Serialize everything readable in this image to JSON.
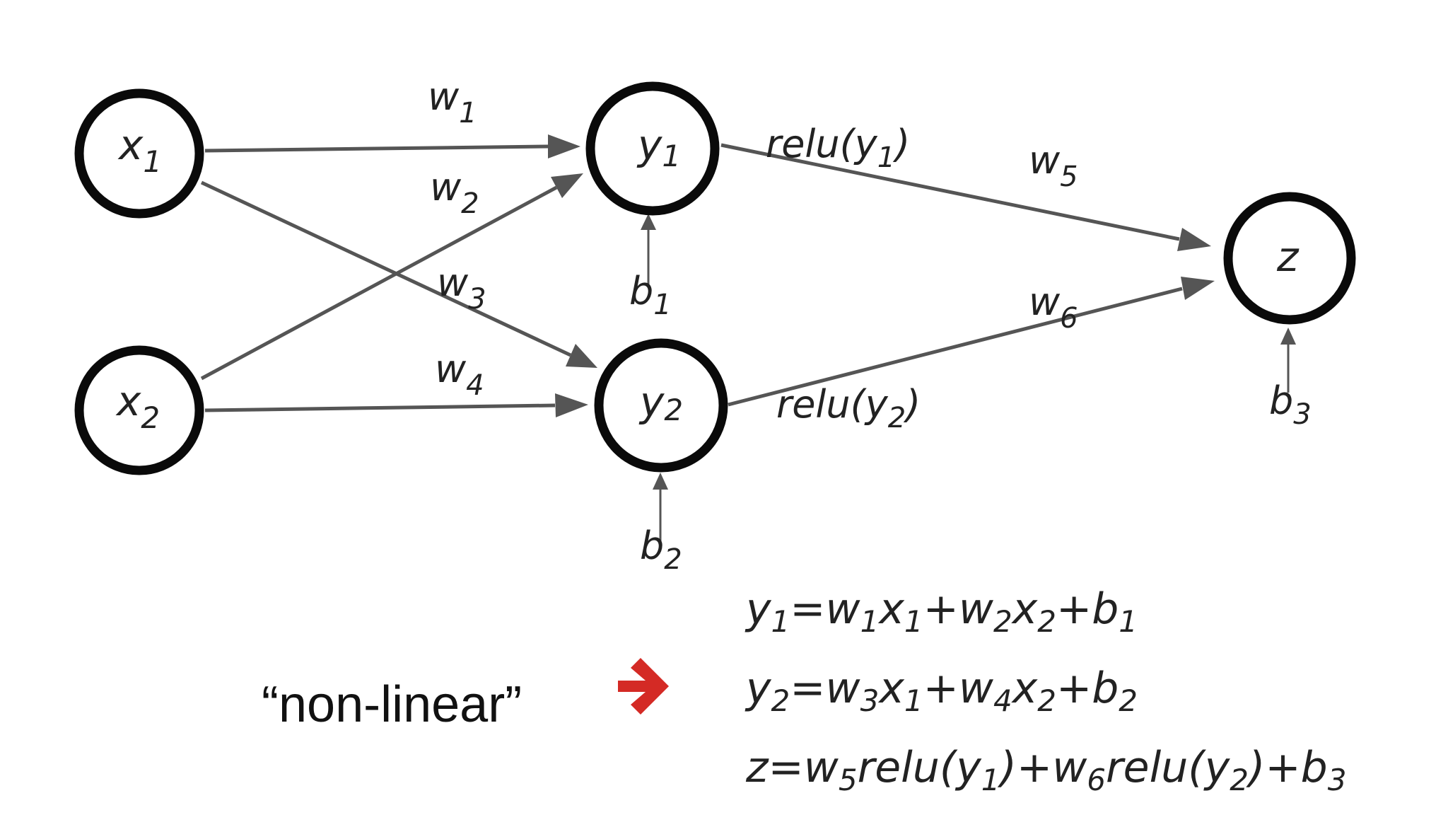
{
  "nodes": {
    "x1": {
      "base": "x",
      "sub": "1"
    },
    "x2": {
      "base": "x",
      "sub": "2"
    },
    "y1": {
      "base": "y",
      "sub": "1"
    },
    "y2": {
      "base": "y",
      "sub": "2"
    },
    "z": {
      "base": "z",
      "sub": ""
    }
  },
  "weights": {
    "w1": {
      "base": "w",
      "sub": "1"
    },
    "w2": {
      "base": "w",
      "sub": "2"
    },
    "w3": {
      "base": "w",
      "sub": "3"
    },
    "w4": {
      "base": "w",
      "sub": "4"
    },
    "w5": {
      "base": "w",
      "sub": "5"
    },
    "w6": {
      "base": "w",
      "sub": "6"
    }
  },
  "biases": {
    "b1": {
      "base": "b",
      "sub": "1"
    },
    "b2": {
      "base": "b",
      "sub": "2"
    },
    "b3": {
      "base": "b",
      "sub": "3"
    }
  },
  "activations": {
    "relu1": {
      "prefix": "relu(y",
      "sub": "1",
      "suffix": ")"
    },
    "relu2": {
      "prefix": "relu(y",
      "sub": "2",
      "suffix": ")"
    }
  },
  "caption": "“non-linear”",
  "equations": [
    [
      [
        "y",
        "1"
      ],
      [
        "=w",
        "1"
      ],
      [
        "x",
        "1"
      ],
      [
        "+w",
        "2"
      ],
      [
        "x",
        "2"
      ],
      [
        "+b",
        "1"
      ]
    ],
    [
      [
        "y",
        "2"
      ],
      [
        "=w",
        "3"
      ],
      [
        "x",
        "1"
      ],
      [
        "+w",
        "4"
      ],
      [
        "x",
        "2"
      ],
      [
        "+b",
        "2"
      ]
    ],
    [
      [
        "z=w",
        "5"
      ],
      [
        "relu(y",
        "1"
      ],
      [
        ")+w",
        "6"
      ],
      [
        "relu(y",
        "2"
      ],
      [
        ")+b",
        "3"
      ]
    ]
  ],
  "colors": {
    "arrow": "#555555",
    "node_stroke": "#0a0a0a",
    "accent_arrow": "#d42a25"
  }
}
